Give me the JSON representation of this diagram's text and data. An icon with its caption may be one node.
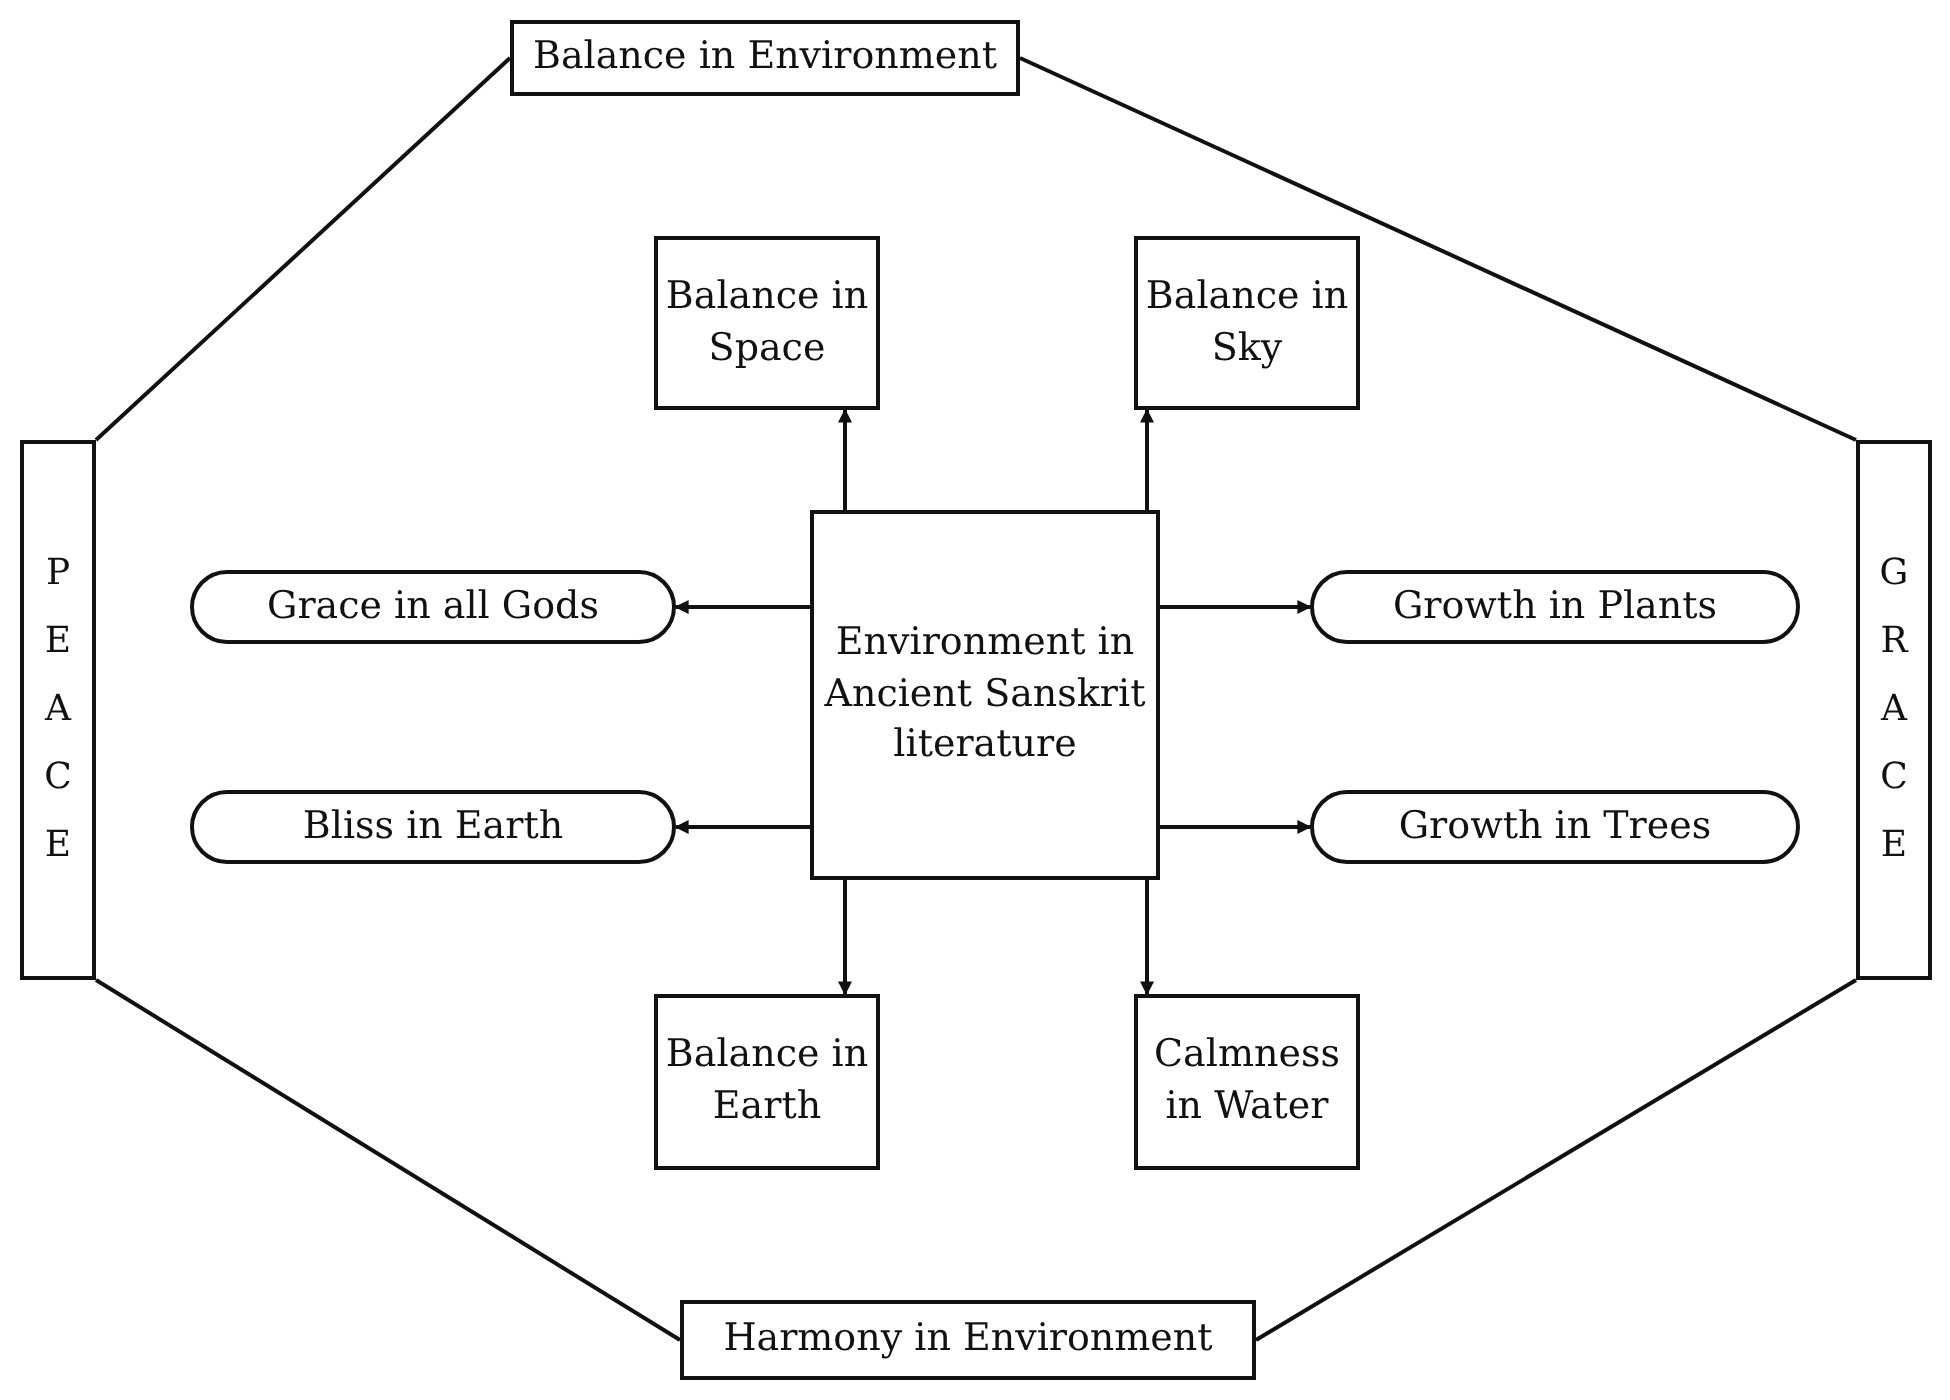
{
  "diagram": {
    "nodes": [
      {
        "text": [
          "Balance in Environment"
        ]
      },
      {
        "text": [
          "Balance in Space"
        ]
      },
      {
        "text": [
          "Balance in Sky"
        ]
      },
      {
        "text": [
          "PEACE"
        ]
      },
      {
        "text": [
          "Grace in all Gods"
        ]
      },
      {
        "text": [
          "Environment in Ancient Sanskrit literature"
        ]
      },
      {
        "text": [
          "Growth in Plants"
        ]
      },
      {
        "text": [
          "GRACE"
        ]
      },
      {
        "text": [
          "Bliss in Earth"
        ]
      },
      {
        "text": [
          "Growth in Trees"
        ]
      },
      {
        "text": [
          "Balance in Earth"
        ]
      },
      {
        "text": [
          "Calmness in Water"
        ]
      },
      {
        "text": [
          "Harmony in Environment"
        ]
      }
    ],
    "edges": [
      {
        "from": 5,
        "to": 1,
        "arrow": "to"
      },
      {
        "from": 5,
        "to": 2,
        "arrow": "to"
      },
      {
        "from": 5,
        "to": 4,
        "arrow": "to"
      },
      {
        "from": 5,
        "to": 6,
        "arrow": "to"
      },
      {
        "from": 5,
        "to": 8,
        "arrow": "to"
      },
      {
        "from": 5,
        "to": 9,
        "arrow": "to"
      },
      {
        "from": 5,
        "to": 10,
        "arrow": "to"
      },
      {
        "from": 5,
        "to": 11,
        "arrow": "to"
      },
      {
        "from": 0,
        "to": 3,
        "arrow": "none"
      },
      {
        "from": 0,
        "to": 7,
        "arrow": "none"
      },
      {
        "from": 3,
        "to": 12,
        "arrow": "none"
      },
      {
        "from": 7,
        "to": 12,
        "arrow": "none"
      }
    ]
  }
}
